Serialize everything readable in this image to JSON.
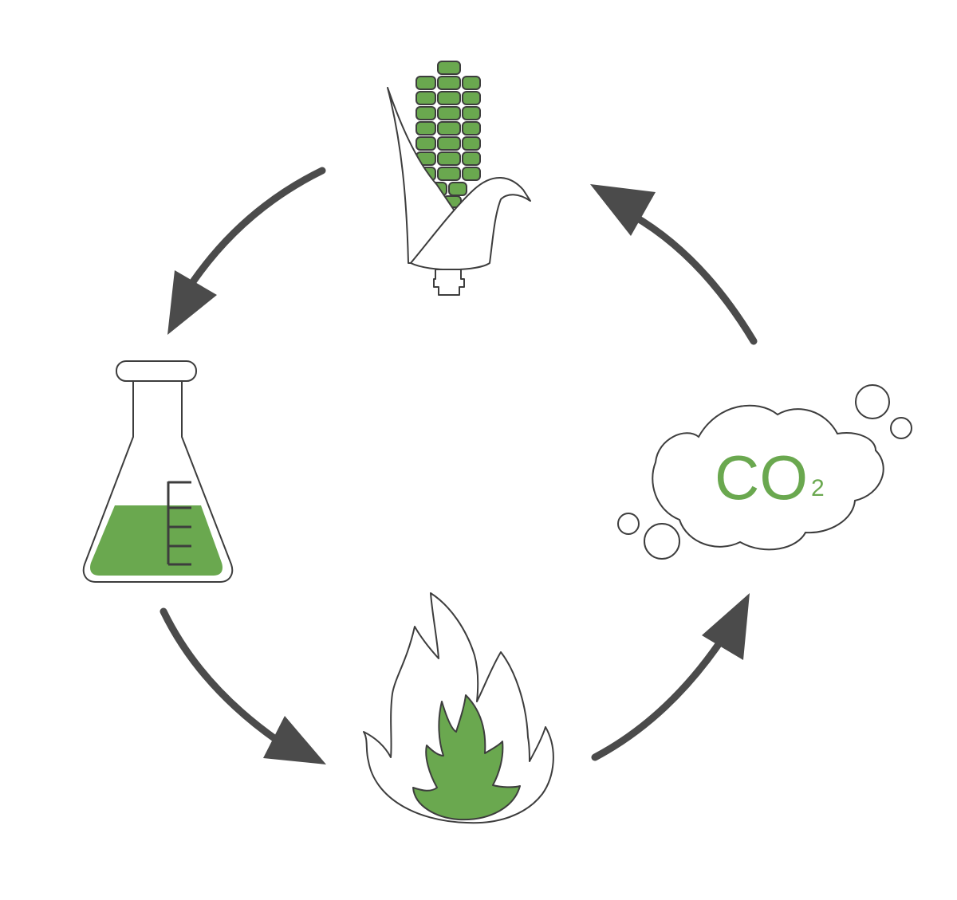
{
  "diagram": {
    "co2_label": {
      "main": "CO",
      "subscript": "2"
    },
    "colors": {
      "background": "#ffffff",
      "outline": "#3d3d3d",
      "arrow": "#4b4b4b",
      "accent_green": "#6aa84f",
      "text_green": "#6aa84f"
    },
    "nodes": [
      {
        "id": "corn",
        "icon": "corn-icon"
      },
      {
        "id": "flask",
        "icon": "flask-icon"
      },
      {
        "id": "fire",
        "icon": "flame-icon"
      },
      {
        "id": "co2",
        "icon": "cloud-icon"
      }
    ],
    "cycle_order": [
      "corn",
      "flask",
      "fire",
      "co2",
      "corn"
    ]
  }
}
